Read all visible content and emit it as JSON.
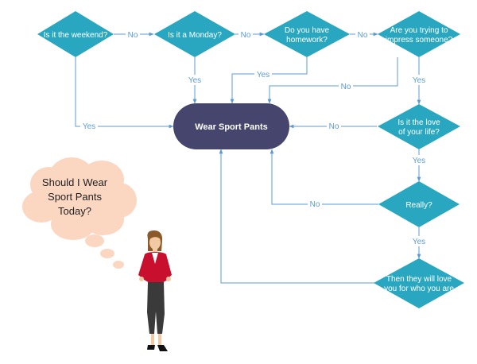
{
  "colors": {
    "diamond": "#2AA7C0",
    "terminal": "#45456E",
    "connector": "#5B9BD5",
    "label": "#5B9BD5",
    "cloud": "#FBD7C2",
    "jacket": "#C8102E",
    "pants": "#3A3A3A",
    "skin": "#F3C9A3",
    "hair": "#8A5A2B"
  },
  "nodes": {
    "weekend": [
      "Is it the weekend?"
    ],
    "monday": [
      "Is it a Monday?"
    ],
    "homework": [
      "Do you have",
      "homework?"
    ],
    "impress": [
      "Are you trying to",
      "impress someone?"
    ],
    "love": [
      "Is it the love",
      "of your life?"
    ],
    "really": [
      "Really?"
    ],
    "then": [
      "Then they will love",
      "you for who you are"
    ],
    "terminal": "Wear Sport Pants"
  },
  "labels": {
    "no1": "No",
    "no2": "No",
    "no3": "No",
    "yes_weekend": "Yes",
    "yes_monday": "Yes",
    "yes_homework": "Yes",
    "no_impress": "No",
    "yes_impress": "Yes",
    "no_love": "No",
    "yes_love": "Yes",
    "no_really": "No",
    "yes_really": "Yes"
  },
  "thought": [
    "Should I Wear",
    "Sport Pants",
    "Today?"
  ]
}
